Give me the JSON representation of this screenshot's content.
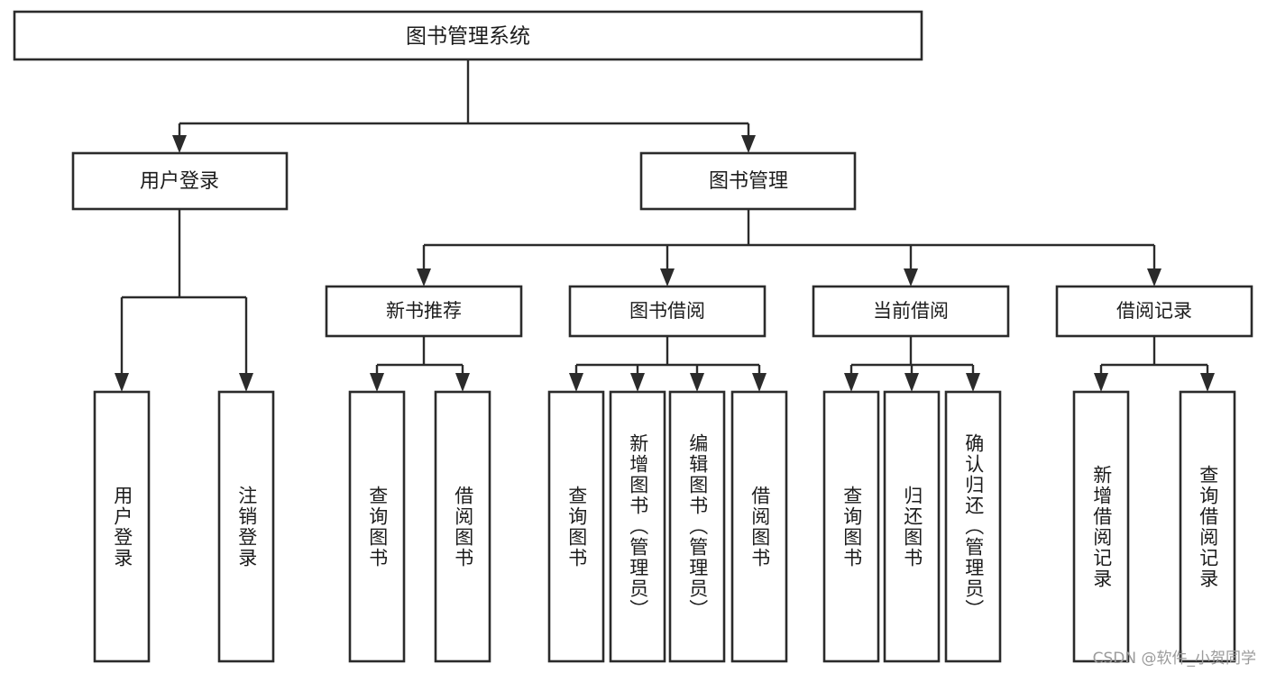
{
  "diagram": {
    "type": "tree",
    "title": "图书管理系统",
    "watermark": "CSDN @软件_小贺同学",
    "colors": {
      "background": "#ffffff",
      "stroke": "#2b2b2b",
      "box_fill": "#ffffff",
      "text": "#1c1c1c",
      "watermark": "#9b9b9b"
    },
    "root": {
      "label": "图书管理系统"
    },
    "level2": [
      {
        "label": "用户登录"
      },
      {
        "label": "图书管理"
      }
    ],
    "level3": [
      {
        "label": "新书推荐",
        "parent": "图书管理"
      },
      {
        "label": "图书借阅",
        "parent": "图书管理"
      },
      {
        "label": "当前借阅",
        "parent": "图书管理"
      },
      {
        "label": "借阅记录",
        "parent": "图书管理"
      }
    ],
    "leaves": {
      "用户登录": [
        {
          "label": "用户登录"
        },
        {
          "label": "注销登录"
        }
      ],
      "新书推荐": [
        {
          "label": "查询图书"
        },
        {
          "label": "借阅图书"
        }
      ],
      "图书借阅": [
        {
          "label": "查询图书"
        },
        {
          "label": "新增图书（管理员）"
        },
        {
          "label": "编辑图书（管理员）"
        },
        {
          "label": "借阅图书"
        }
      ],
      "当前借阅": [
        {
          "label": "查询图书"
        },
        {
          "label": "归还图书"
        },
        {
          "label": "确认归还（管理员）"
        }
      ],
      "借阅记录": [
        {
          "label": "新增借阅记录"
        },
        {
          "label": "查询借阅记录"
        }
      ]
    }
  }
}
